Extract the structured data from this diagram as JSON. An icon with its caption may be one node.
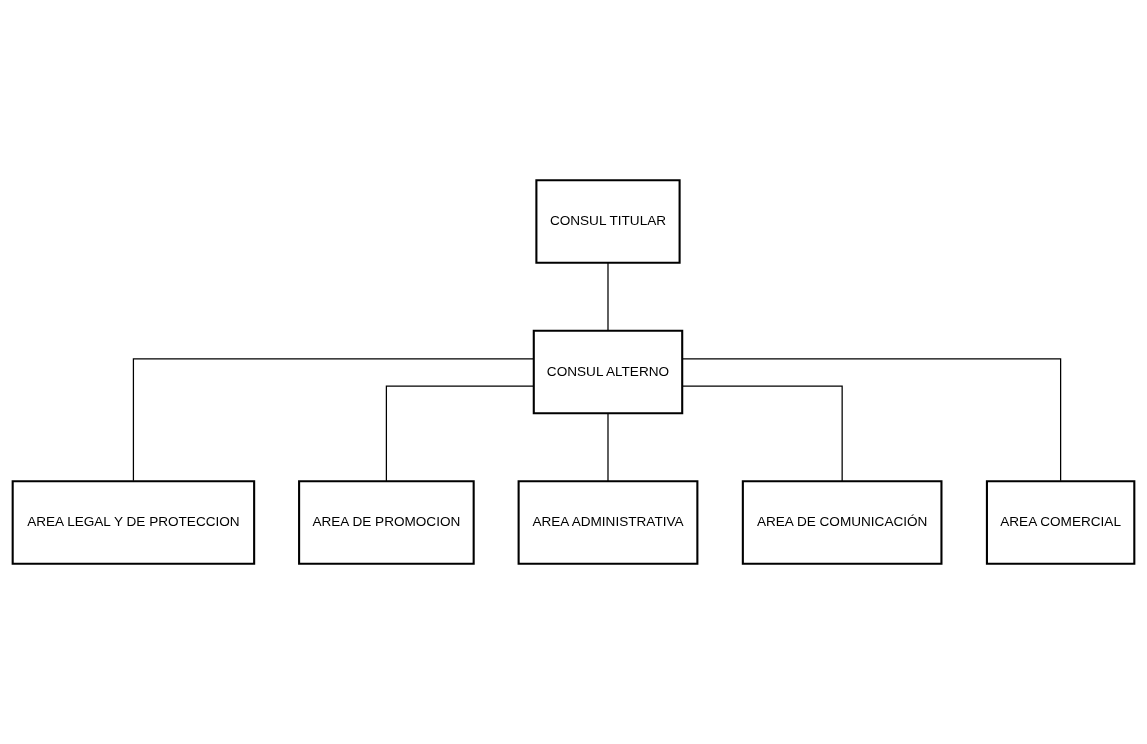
{
  "diagram": {
    "nodes": [
      {
        "text": [
          "CONSUL TITULAR"
        ]
      },
      {
        "text": [
          "CONSUL ALTERNO"
        ]
      },
      {
        "text": [
          "AREA LEGAL Y DE PROTECCION"
        ]
      },
      {
        "text": [
          "AREA DE PROMOCION"
        ]
      },
      {
        "text": [
          "AREA ADMINISTRATIVA"
        ]
      },
      {
        "text": [
          "AREA DE COMUNICACIÓN"
        ]
      },
      {
        "text": [
          "AREA COMERCIAL"
        ]
      }
    ],
    "edges": [
      {
        "from": 0,
        "to": 1,
        "arrow": "none"
      },
      {
        "from": 1,
        "to": 2,
        "arrow": "none"
      },
      {
        "from": 1,
        "to": 3,
        "arrow": "none"
      },
      {
        "from": 1,
        "to": 4,
        "arrow": "none"
      },
      {
        "from": 1,
        "to": 5,
        "arrow": "none"
      },
      {
        "from": 1,
        "to": 6,
        "arrow": "none"
      }
    ]
  }
}
